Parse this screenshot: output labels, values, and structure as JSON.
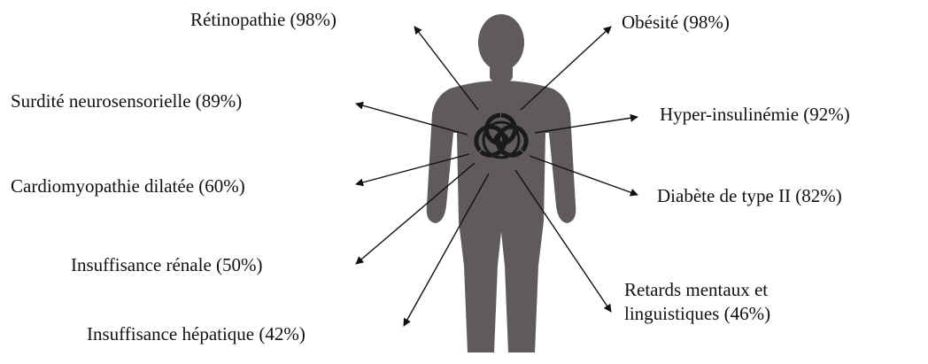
{
  "labels": {
    "retinopathie": "Rétinopathie (98%)",
    "obesite": "Obésité (98%)",
    "surdite": "Surdité neurosensorielle (89%)",
    "hyperinsulinemie": "Hyper-insulinémie (92%)",
    "cardiomyopathie": "Cardiomyopathie dilatée (60%)",
    "diabete": "Diabète de type II (82%)",
    "insuffisance_renale": "Insuffisance rénale (50%)",
    "retards_line1": "Retards mentaux et",
    "retards_line2": "linguistiques (46%)",
    "insuffisance_hepatique": "Insuffisance hépatique (42%)"
  },
  "colors": {
    "body": "#5f5b5b",
    "arrow": "#111111",
    "symbol": "#1a1a1a"
  },
  "icons": {
    "center": "biohazard-icon"
  }
}
